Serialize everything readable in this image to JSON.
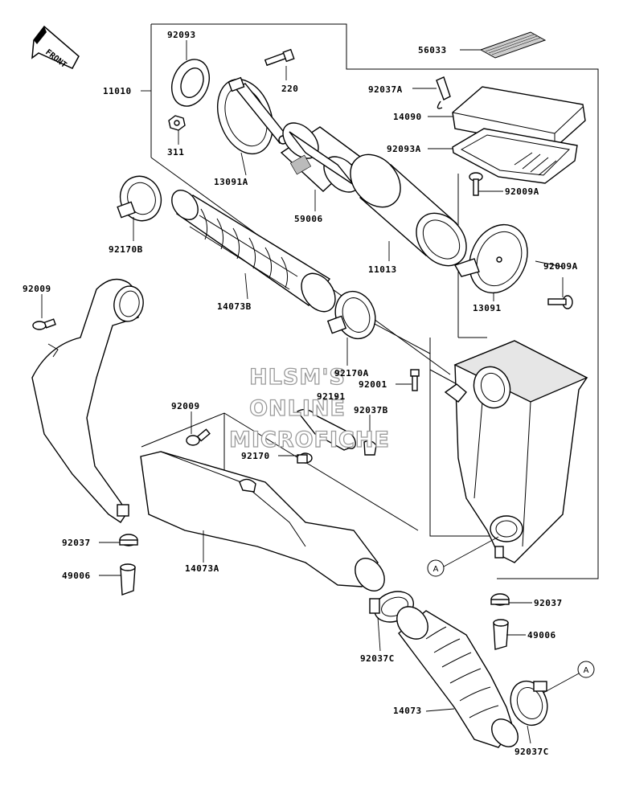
{
  "direction_marker": "FRONT",
  "callout_letter": "A",
  "watermark_lines": [
    "HLSM'S",
    "ONLINE",
    "MICROFICHE"
  ],
  "labels": {
    "p92093": "92093",
    "p11010": "11010",
    "p220": "220",
    "p311": "311",
    "p13091A": "13091A",
    "p56033": "56033",
    "p92037A": "92037A",
    "p14090": "14090",
    "p92093A": "92093A",
    "p59006": "59006",
    "p92009A_top": "92009A",
    "p92170B": "92170B",
    "p11013": "11013",
    "p92009A_side": "92009A",
    "p14073B": "14073B",
    "p13091": "13091",
    "p92009_left": "92009",
    "p92170A": "92170A",
    "p92001": "92001",
    "p92191": "92191",
    "p92037B": "92037B",
    "p92009_mid": "92009",
    "p92170": "92170",
    "p92037_left": "92037",
    "p14073A": "14073A",
    "p49006_left": "49006",
    "p92037_right": "92037",
    "p49006_right": "49006",
    "p92037C_mid": "92037C",
    "p14073": "14073",
    "p92037C_bottom": "92037C"
  }
}
